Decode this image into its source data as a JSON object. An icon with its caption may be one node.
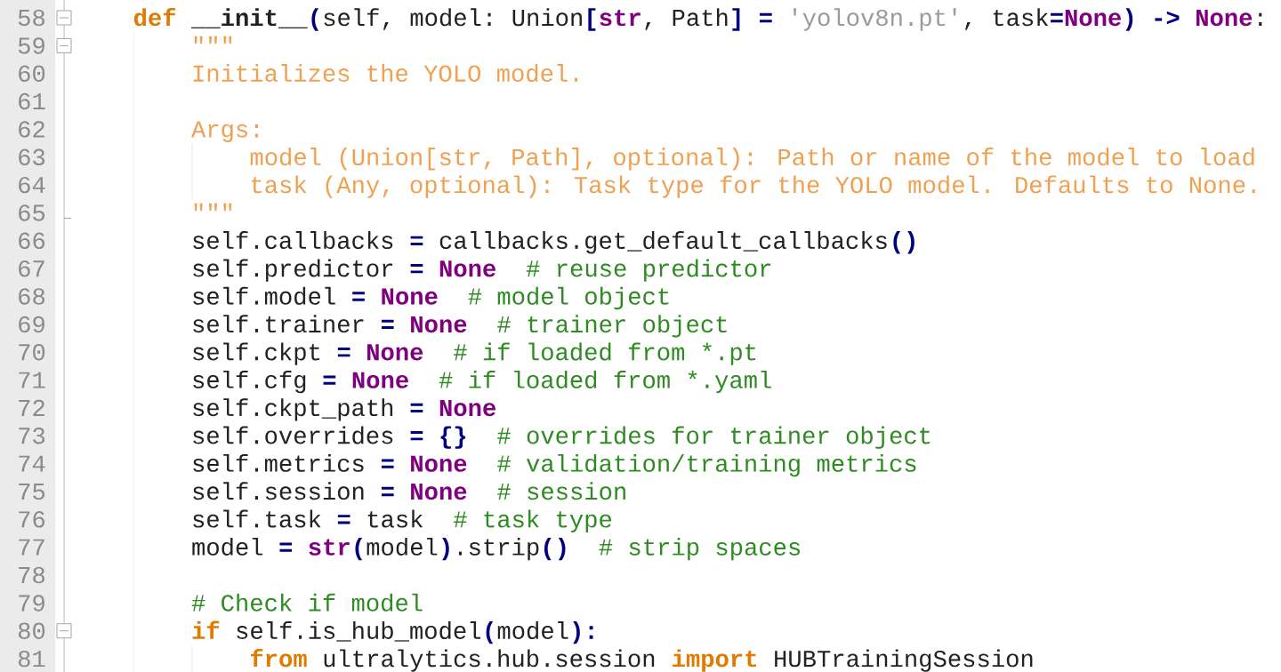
{
  "diagram": {
    "labels": [
      "58",
      "def",
      "__init__",
      "(",
      "self,",
      "model:",
      "Union",
      "[",
      "str",
      ", Path",
      "]",
      "=",
      "'yolov8n.pt'",
      ",",
      "task",
      "=",
      "None",
      ")",
      "->",
      "None",
      ":",
      "59",
      "\"\"\"",
      "60",
      "Initializes the YOLO model.",
      "61",
      "62",
      "Args:",
      "63",
      "model (Union[str, Path], optional): Path or name of the model to load",
      "64",
      "task (Any, optional): Task type for the YOLO model. Defaults to None.",
      "65",
      "\"\"\"",
      "66",
      "self.callbacks",
      "=",
      "callbacks.get_default_callbacks",
      "()",
      "67",
      "self.predictor",
      "=",
      "None",
      "# reuse predictor",
      "68",
      "self.model",
      "=",
      "None",
      "# model object",
      "69",
      "self.trainer",
      "=",
      "None",
      "# trainer object",
      "70",
      "self.ckpt",
      "=",
      "None",
      "# if loaded from *.pt",
      "71",
      "self.cfg",
      "=",
      "None",
      "# if loaded from *.yaml",
      "72",
      "self.ckpt_path",
      "=",
      "None",
      "73",
      "self.overrides",
      "=",
      "{}",
      "# overrides for trainer object",
      "74",
      "self.metrics",
      "=",
      "None",
      "# validation/training metrics",
      "75",
      "self.session",
      "=",
      "None",
      "# session",
      "76",
      "self.task",
      "=",
      "task",
      "# task type",
      "77",
      "model",
      "=",
      "str",
      "(",
      "model",
      ")",
      ".strip",
      "()",
      "# strip spaces",
      "78",
      "79",
      "# Check if model",
      "80",
      "if",
      "self.is_hub_model",
      "(",
      "model",
      "):",
      "81",
      "from",
      "ultralytics.hub.session",
      "import",
      "HUBTrainingSession"
    ]
  }
}
